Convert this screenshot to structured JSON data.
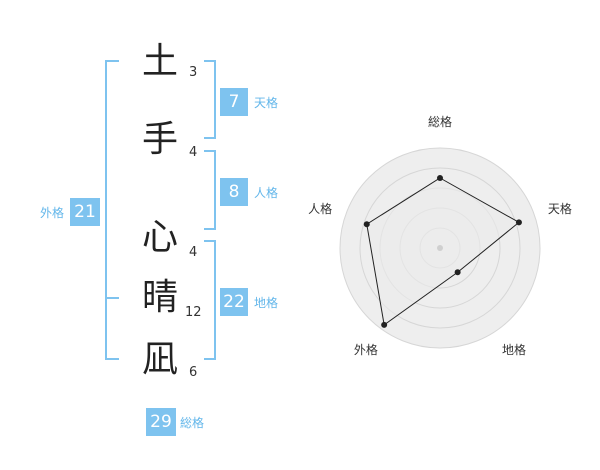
{
  "name": {
    "chars": [
      {
        "char": "土",
        "strokes": "3"
      },
      {
        "char": "手",
        "strokes": "4"
      },
      {
        "char": "心",
        "strokes": "4"
      },
      {
        "char": "晴",
        "strokes": "12"
      },
      {
        "char": "凪",
        "strokes": "6"
      }
    ]
  },
  "kaku": {
    "tenkaku": {
      "value": "7",
      "label": "天格"
    },
    "jinkaku": {
      "value": "8",
      "label": "人格"
    },
    "chikaku": {
      "value": "22",
      "label": "地格"
    },
    "gaikaku": {
      "value": "21",
      "label": "外格"
    },
    "soukaku": {
      "value": "29",
      "label": "総格"
    }
  },
  "colors": {
    "accent": "#7ec3ef",
    "accent_text": "#62b6ea",
    "radar_fill": "#eeeeee",
    "radar_ring": "#d6d6d6",
    "radar_line": "#222222"
  },
  "chart_data": {
    "type": "radar",
    "axes": [
      "総格",
      "天格",
      "地格",
      "外格",
      "人格"
    ],
    "rings": 5,
    "values": [
      0.7,
      0.83,
      0.3,
      0.95,
      0.77
    ],
    "max": 1
  }
}
